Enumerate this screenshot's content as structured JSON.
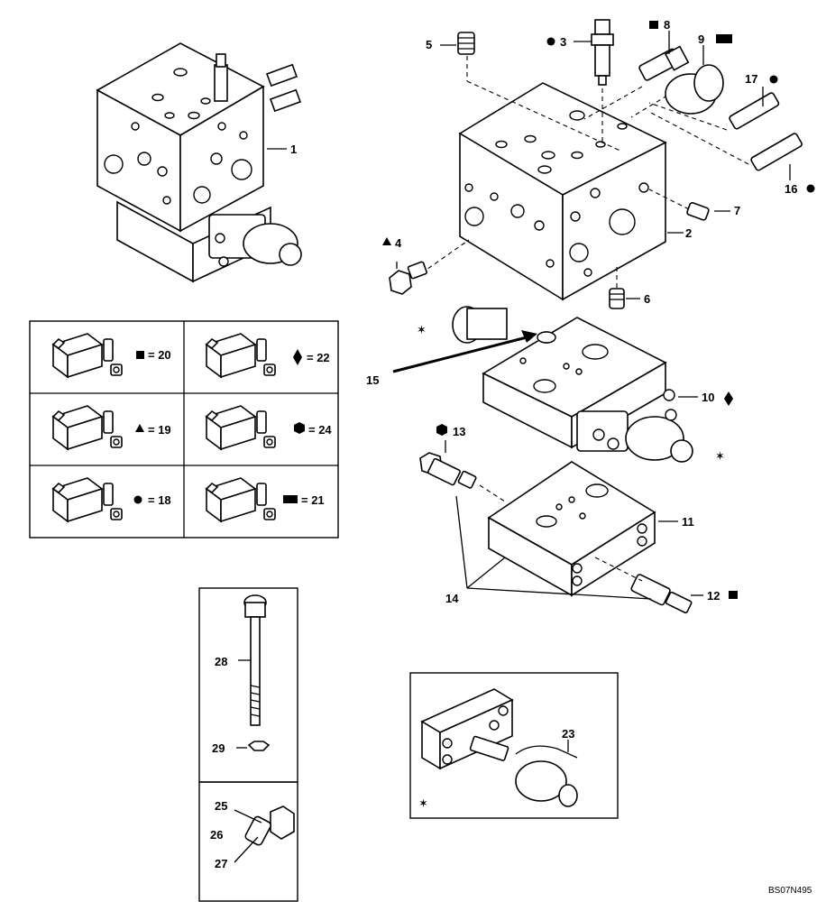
{
  "callouts": {
    "c1": "1",
    "c2": "2",
    "c3": "3",
    "c4": "4",
    "c5": "5",
    "c6": "6",
    "c7": "7",
    "c8": "8",
    "c9": "9",
    "c10": "10",
    "c11": "11",
    "c12": "12",
    "c13": "13",
    "c14": "14",
    "c15": "15",
    "c16": "16",
    "c17": "17",
    "c23": "23",
    "c25": "25",
    "c26": "26",
    "c27": "27",
    "c28": "28",
    "c29": "29"
  },
  "legend": {
    "square": "= 20",
    "diamond": "= 22",
    "triangle": "= 19",
    "hexagon": "= 24",
    "circle": "= 18",
    "rectangle": "= 21"
  },
  "figure_code": "BS07N495"
}
